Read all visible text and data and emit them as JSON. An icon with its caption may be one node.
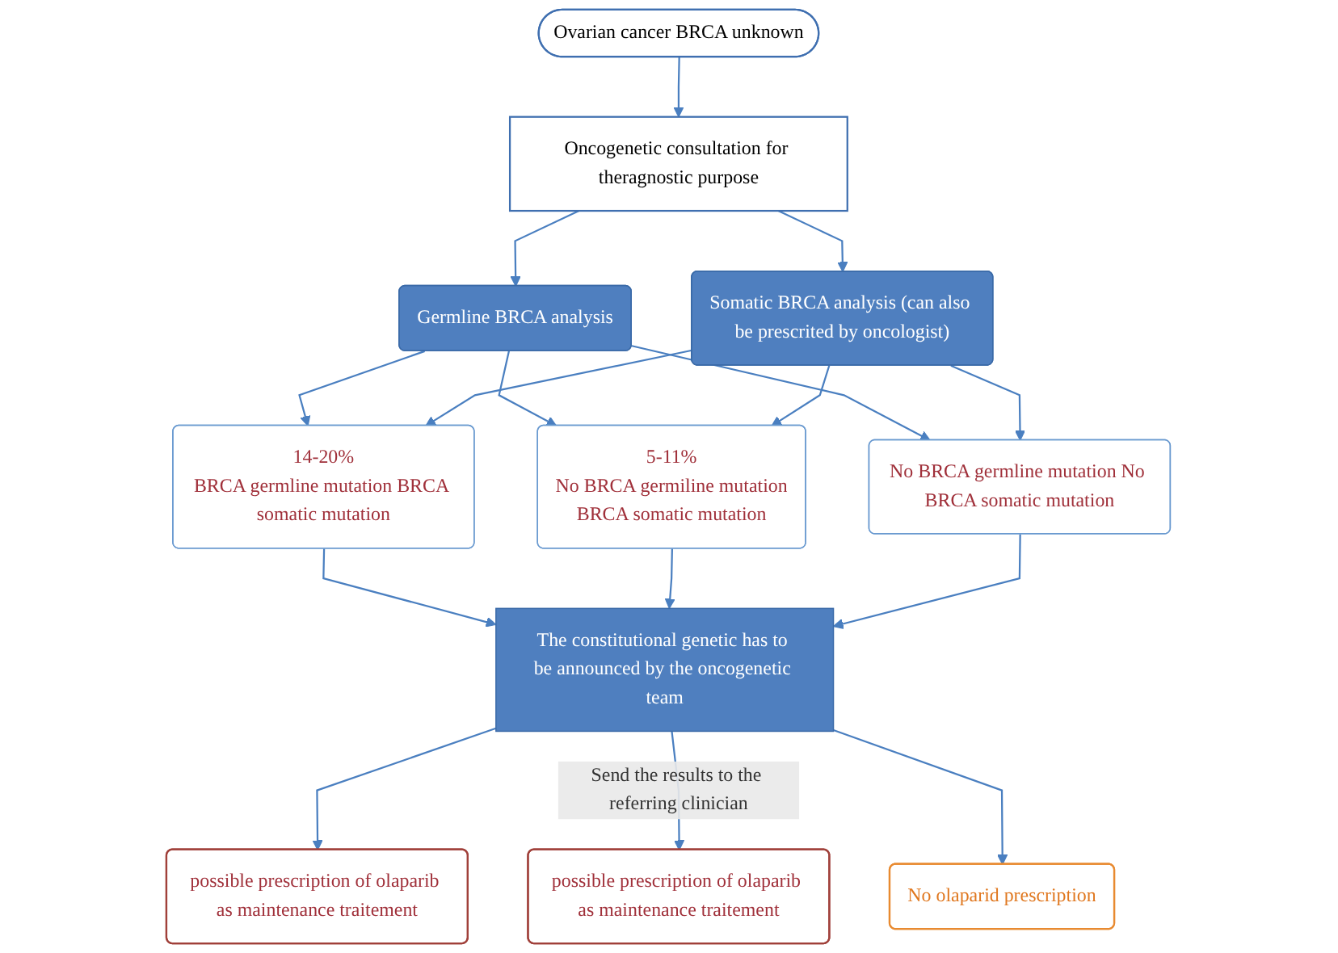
{
  "diagram": {
    "nodes": [
      {
        "text": [
          "Ovarian cancer BRCA unknown"
        ]
      },
      {
        "text": [
          "Oncogenetic consultation for theragnostic purpose"
        ]
      },
      {
        "text": [
          "Germline BRCA analysis"
        ]
      },
      {
        "text": [
          "Somatic BRCA analysis (can also be prescrited by oncologist)"
        ]
      },
      {
        "text": [
          "14-20%",
          "BRCA germline mutation BRCA somatic mutation"
        ]
      },
      {
        "text": [
          "5-11%",
          "No BRCA germiline mutation",
          "BRCA somatic mutation"
        ]
      },
      {
        "text": [
          "No BRCA germline mutation No BRCA somatic mutation"
        ]
      },
      {
        "text": [
          "The constitutional genetic has to be announced by the oncogenetic team"
        ]
      },
      {
        "text": [
          "possible prescription of olaparib as maintenance traitement"
        ]
      },
      {
        "text": [
          "possible prescription of olaparib as maintenance traitement"
        ]
      },
      {
        "text": [
          "No olaparid prescription"
        ]
      }
    ],
    "edges": [
      {
        "from": 0,
        "to": 1,
        "arrow": "to"
      },
      {
        "from": 1,
        "to": 2,
        "arrow": "to"
      },
      {
        "from": 1,
        "to": 3,
        "arrow": "to"
      },
      {
        "from": 2,
        "to": 4,
        "arrow": "to"
      },
      {
        "from": 2,
        "to": 5,
        "arrow": "to"
      },
      {
        "from": 2,
        "to": 6,
        "arrow": "to"
      },
      {
        "from": 3,
        "to": 4,
        "arrow": "to"
      },
      {
        "from": 3,
        "to": 5,
        "arrow": "to"
      },
      {
        "from": 3,
        "to": 6,
        "arrow": "to"
      },
      {
        "from": 4,
        "to": 7,
        "arrow": "to"
      },
      {
        "from": 5,
        "to": 7,
        "arrow": "to"
      },
      {
        "from": 6,
        "to": 7,
        "arrow": "to"
      },
      {
        "from": 7,
        "to": 8,
        "arrow": "to"
      },
      {
        "from": 7,
        "to": 9,
        "arrow": "to",
        "label": "Send the results to the referring clinician"
      },
      {
        "from": 7,
        "to": 10,
        "arrow": "to"
      }
    ]
  }
}
